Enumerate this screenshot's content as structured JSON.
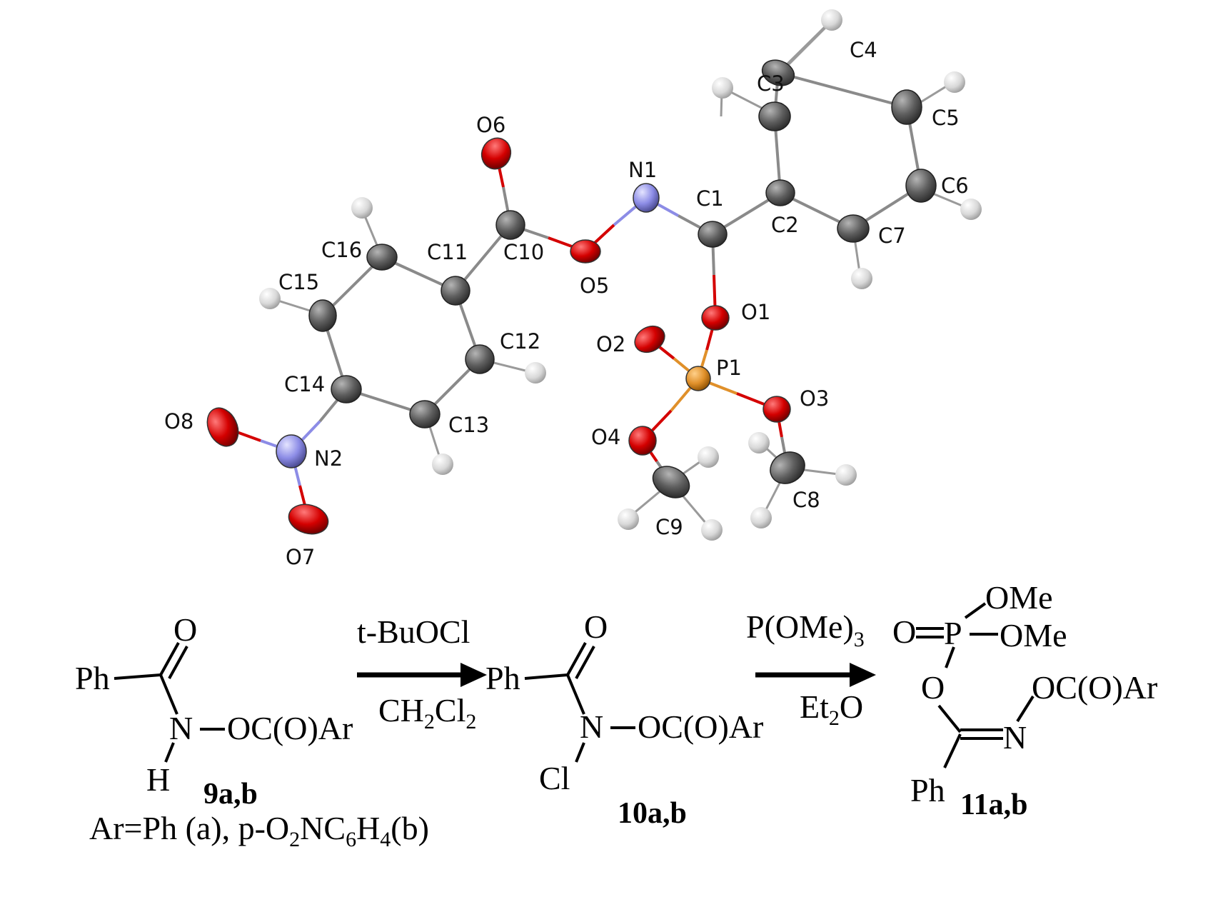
{
  "crystal_structure": {
    "atom_labels": {
      "C1": "C1",
      "C2": "C2",
      "C3": "C3",
      "C4": "C4",
      "C5": "C5",
      "C6": "C6",
      "C7": "C7",
      "C8": "C8",
      "C9": "C9",
      "C10": "C10",
      "C11": "C11",
      "C12": "C12",
      "C13": "C13",
      "C14": "C14",
      "C15": "C15",
      "C16": "C16",
      "N1": "N1",
      "N2": "N2",
      "O1": "O1",
      "O2": "O2",
      "O3": "O3",
      "O4": "O4",
      "O5": "O5",
      "O6": "O6",
      "O7": "O7",
      "O8": "O8",
      "P1": "P1"
    },
    "colors": {
      "carbon": "#5f5f5f",
      "oxygen": "#d40000",
      "nitrogen": "#8c8ce6",
      "phosphorus": "#e0902a",
      "hydrogen": "#d8d8d8"
    }
  },
  "scheme": {
    "compound_9": {
      "label": "9a,b",
      "ph": "Ph",
      "o": "O",
      "n": "N",
      "h": "H",
      "substituent": "OC(O)Ar",
      "note_prefix": "Ar=Ph (a), p-O",
      "note_sub1": "2",
      "note_mid1": "NC",
      "note_sub2": "6",
      "note_mid2": "H",
      "note_sub3": "4",
      "note_suffix": "(b)"
    },
    "arrow1": {
      "reagent": "t-BuOCl",
      "solvent_a": "CH",
      "solvent_sub1": "2",
      "solvent_b": "Cl",
      "solvent_sub2": "2"
    },
    "compound_10": {
      "label": "10a,b",
      "ph": "Ph",
      "o": "O",
      "n": "N",
      "cl": "Cl",
      "substituent": "OC(O)Ar"
    },
    "arrow2": {
      "reagent": "P(OMe)",
      "reagent_sub": "3",
      "solvent_a": "Et",
      "solvent_sub": "2",
      "solvent_b": "O"
    },
    "compound_11": {
      "label": "11a,b",
      "o_double": "O",
      "p": "P",
      "ome1": "OMe",
      "ome2": "OMe",
      "o_link": "O",
      "n": "N",
      "substituent": "OC(O)Ar",
      "ph": "Ph"
    }
  }
}
